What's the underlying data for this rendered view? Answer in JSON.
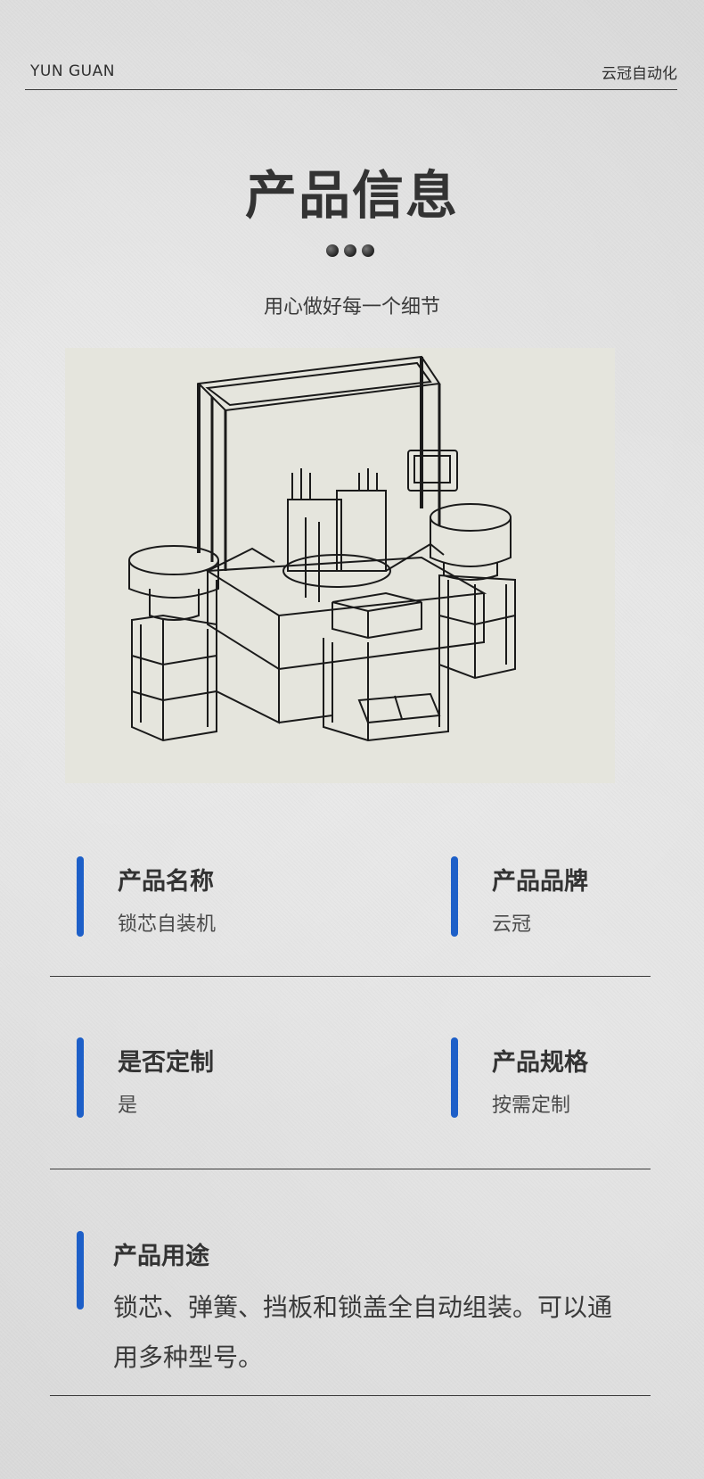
{
  "header": {
    "brand_en": "YUN GUAN",
    "brand_cn": "云冠自动化"
  },
  "title": "产品信息",
  "subtitle": "用心做好每一个细节",
  "accent_color": "#1d5fc8",
  "product_image": {
    "description_icon": "machine-drawing"
  },
  "info": {
    "name": {
      "label": "产品名称",
      "value": "锁芯自装机"
    },
    "brand": {
      "label": "产品品牌",
      "value": "云冠"
    },
    "custom": {
      "label": "是否定制",
      "value": "是"
    },
    "spec": {
      "label": "产品规格",
      "value": "按需定制"
    },
    "usage": {
      "label": "产品用途",
      "value": "锁芯、弹簧、挡板和锁盖全自动组装。可以通用多种型号。"
    }
  }
}
